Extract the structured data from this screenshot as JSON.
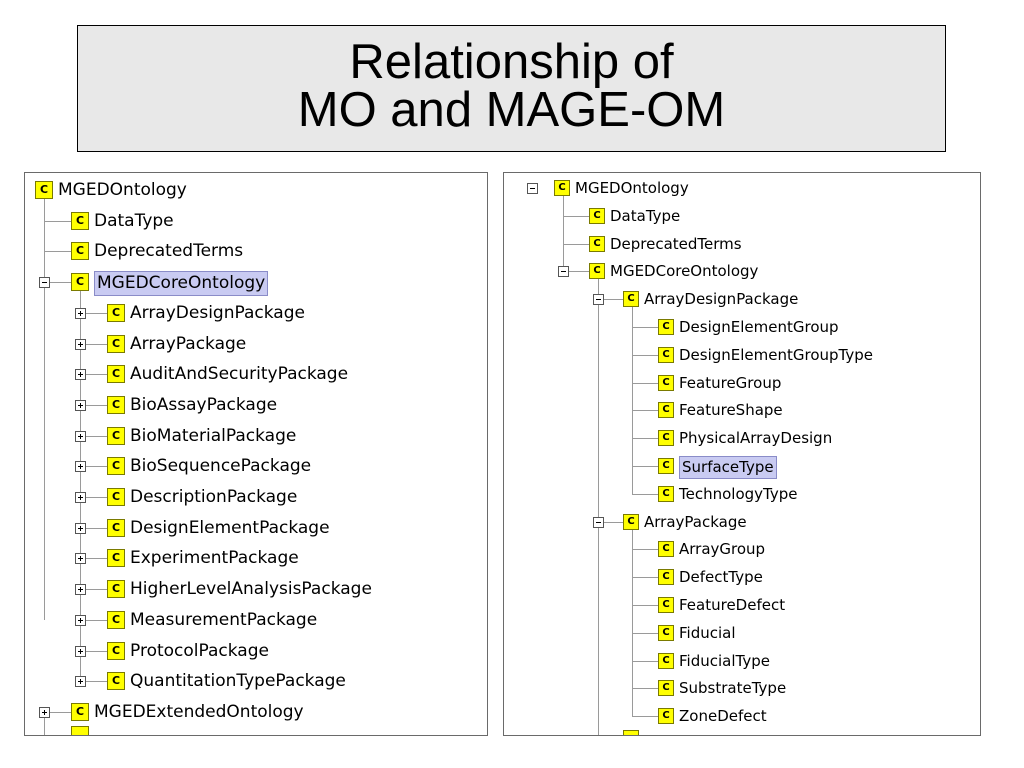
{
  "slide": {
    "title_line1": "Relationship of",
    "title_line2": "MO and MAGE-OM"
  },
  "icon_letter": "C",
  "colors": {
    "class_icon_bg": "#ffff00",
    "selection_bg": "#c9cbf2",
    "title_box_bg": "#e8e8e8"
  },
  "left_tree": {
    "root": "MGEDOntology",
    "children": [
      {
        "label": "DataType",
        "expander": "none"
      },
      {
        "label": "DeprecatedTerms",
        "expander": "none"
      },
      {
        "label": "MGEDCoreOntology",
        "expander": "minus",
        "selected": true
      }
    ],
    "core_children": [
      "ArrayDesignPackage",
      "ArrayPackage",
      "AuditAndSecurityPackage",
      "BioAssayPackage",
      "BioMaterialPackage",
      "BioSequencePackage",
      "DescriptionPackage",
      "DesignElementPackage",
      "ExperimentPackage",
      "HigherLevelAnalysisPackage",
      "MeasurementPackage",
      "ProtocolPackage",
      "QuantitationTypePackage"
    ],
    "after": {
      "label": "MGEDExtendedOntology",
      "expander": "plus"
    }
  },
  "right_tree": {
    "root": "MGEDOntology",
    "children": [
      "DataType",
      "DeprecatedTerms",
      "MGEDCoreOntology"
    ],
    "array_design_package": {
      "label": "ArrayDesignPackage",
      "children": [
        "DesignElementGroup",
        "DesignElementGroupType",
        "FeatureGroup",
        "FeatureShape",
        "PhysicalArrayDesign",
        "SurfaceType",
        "TechnologyType"
      ],
      "selected_child": "SurfaceType"
    },
    "array_package": {
      "label": "ArrayPackage",
      "children": [
        "ArrayGroup",
        "DefectType",
        "FeatureDefect",
        "Fiducial",
        "FiducialType",
        "SubstrateType",
        "ZoneDefect"
      ]
    }
  }
}
